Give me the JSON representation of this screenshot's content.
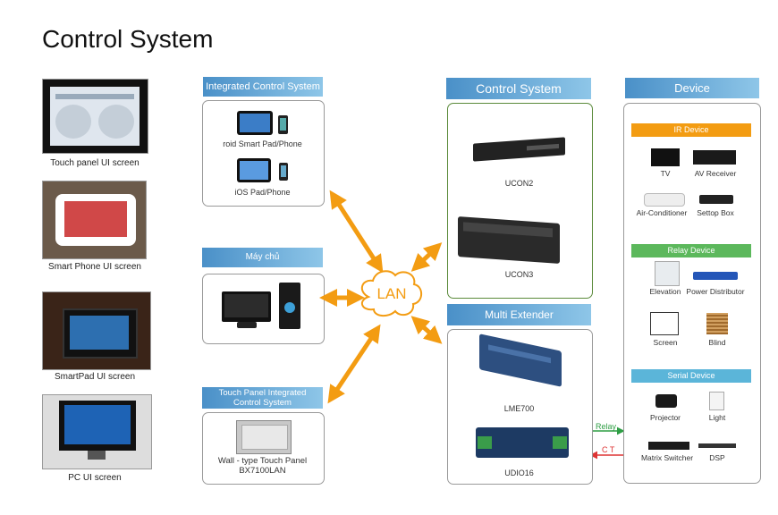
{
  "title": "Control System",
  "left": {
    "captions": [
      "Touch panel UI screen",
      "Smart Phone UI screen",
      "SmartPad UI screen",
      "PC UI screen"
    ]
  },
  "middle": {
    "integrated": {
      "header": "Integrated Control System",
      "item1": "roid Smart Pad/Phone",
      "item2": "iOS Pad/Phone"
    },
    "server": {
      "header": "Máy chủ"
    },
    "touch": {
      "header_line1": "Touch Panel Integrated",
      "header_line2": "Control System",
      "item_line1": "Wall - type Touch Panel",
      "item_line2": "BX7100LAN"
    }
  },
  "lan": "LAN",
  "control": {
    "header": "Control System",
    "unit1": "UCON2",
    "unit2": "UCON3"
  },
  "extender": {
    "header": "Multi Extender",
    "unit1": "LME700",
    "unit2": "UDIO16"
  },
  "links": {
    "relay": "Relay",
    "ct": "C T"
  },
  "device": {
    "header": "Device",
    "ir": {
      "header": "IR Device",
      "items": [
        "TV",
        "AV Receiver",
        "Air-Conditioner",
        "Settop Box"
      ]
    },
    "relay": {
      "header": "Relay Device",
      "items": [
        "Elevation",
        "Power Distributor",
        "Screen",
        "Blind"
      ]
    },
    "serial": {
      "header": "Serial Device",
      "items": [
        "Projector",
        "Light",
        "Matrix Switcher",
        "DSP"
      ]
    }
  },
  "colors": {
    "header_blue": "#4a90c8",
    "arrow_orange": "#f39c12",
    "ir_orange": "#f39c12",
    "relay_green": "#5cb85c",
    "serial_blue": "#5bb5d9",
    "relay_line": "#2e9e44",
    "ct_line": "#d33"
  }
}
